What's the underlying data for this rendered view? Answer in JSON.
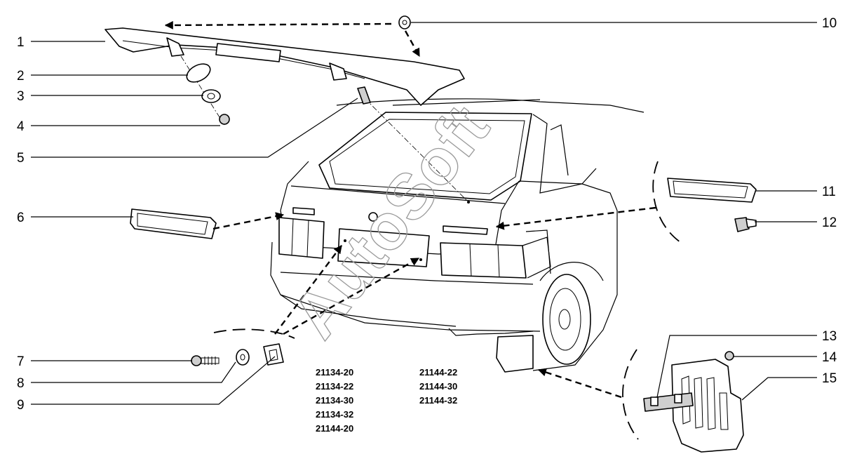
{
  "callouts": {
    "c1": "1",
    "c2": "2",
    "c3": "3",
    "c4": "4",
    "c5": "5",
    "c6": "6",
    "c7": "7",
    "c8": "8",
    "c9": "9",
    "c10": "10",
    "c11": "11",
    "c12": "12",
    "c13": "13",
    "c14": "14",
    "c15": "15"
  },
  "models": {
    "left": [
      "21134-20",
      "21134-22",
      "21134-30",
      "21134-32",
      "21144-20"
    ],
    "right": [
      "21144-22",
      "21144-30",
      "21144-32"
    ]
  },
  "watermark": "AutoSoft"
}
